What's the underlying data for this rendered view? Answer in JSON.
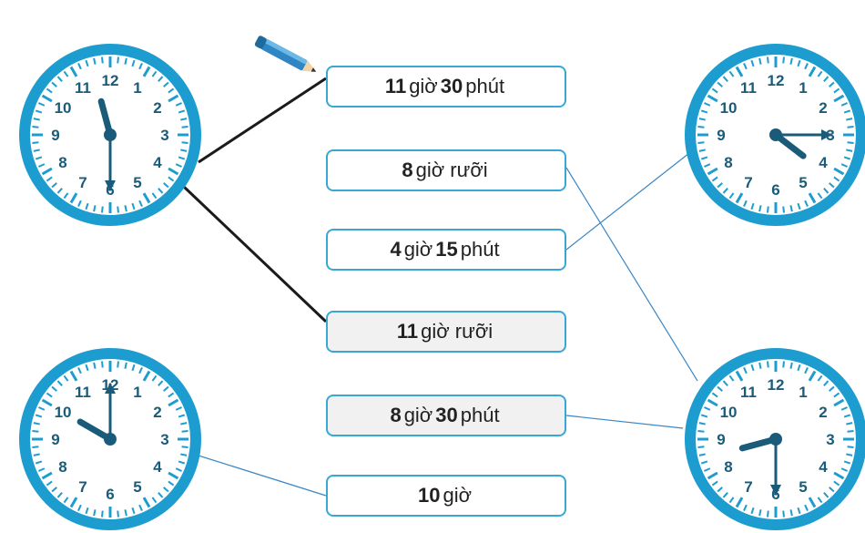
{
  "colors": {
    "clock_rim": "#1d9ccf",
    "clock_face": "#ffffff",
    "hands": "#1a5b7a",
    "box_border": "#38a7d6",
    "thick_line": "#1b1b1b",
    "thin_line": "#3a86c4",
    "pencil": "#2f86c2"
  },
  "boxes": [
    {
      "num1": "11",
      "unit1": "giờ",
      "num2": "30",
      "unit2": "phút"
    },
    {
      "num1": "8",
      "unit1": "giờ rưỡi",
      "num2": "",
      "unit2": ""
    },
    {
      "num1": "4",
      "unit1": "giờ",
      "num2": "15",
      "unit2": "phút"
    },
    {
      "num1": "11",
      "unit1": "giờ rưỡi",
      "num2": "",
      "unit2": ""
    },
    {
      "num1": "8",
      "unit1": "giờ",
      "num2": "30",
      "unit2": "phút"
    },
    {
      "num1": "10",
      "unit1": "giờ",
      "num2": "",
      "unit2": ""
    }
  ],
  "clock_numbers": [
    "12",
    "1",
    "2",
    "3",
    "4",
    "5",
    "6",
    "7",
    "8",
    "9",
    "10",
    "11"
  ],
  "clocks": [
    {
      "name": "clock-top-left",
      "hour": 11,
      "minute": 30
    },
    {
      "name": "clock-bottom-left",
      "hour": 10,
      "minute": 0
    },
    {
      "name": "clock-top-right",
      "hour": 4,
      "minute": 15
    },
    {
      "name": "clock-bottom-right",
      "hour": 8,
      "minute": 30
    }
  ],
  "connections": [
    {
      "clock": "clock-top-left",
      "box": 0,
      "style": "thick"
    },
    {
      "clock": "clock-top-left",
      "box": 3,
      "style": "thick"
    },
    {
      "clock": "clock-top-right",
      "box": 2,
      "style": "thin"
    },
    {
      "clock": "clock-bottom-right",
      "box": 1,
      "style": "thin"
    },
    {
      "clock": "clock-bottom-right",
      "box": 4,
      "style": "thin"
    },
    {
      "clock": "clock-bottom-left",
      "box": 5,
      "style": "thin"
    }
  ]
}
